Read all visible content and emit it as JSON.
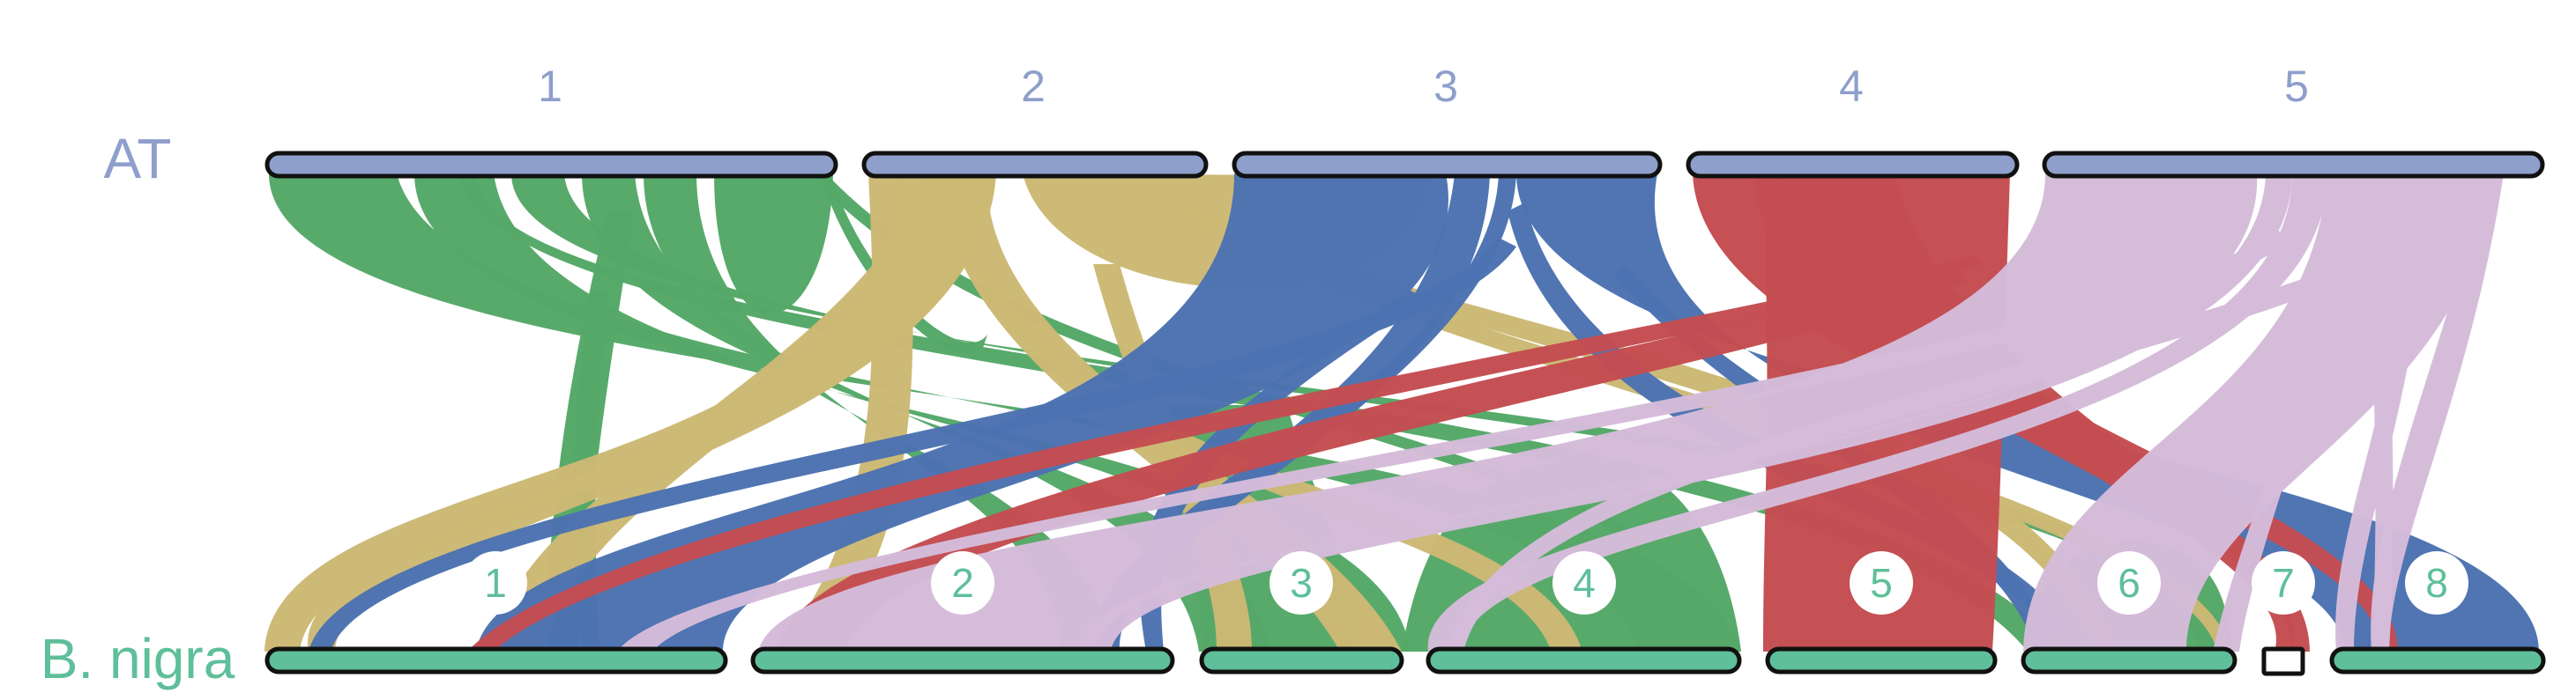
{
  "species": {
    "top": {
      "name": "AT",
      "color": "#8e9fcb"
    },
    "bottom": {
      "name": "B. nigra",
      "color": "#5ebf9a"
    }
  },
  "top_chromosomes": [
    {
      "label": "1"
    },
    {
      "label": "2"
    },
    {
      "label": "3"
    },
    {
      "label": "4"
    },
    {
      "label": "5"
    }
  ],
  "bottom_chromosomes": [
    {
      "label": "1"
    },
    {
      "label": "2"
    },
    {
      "label": "3"
    },
    {
      "label": "4"
    },
    {
      "label": "5"
    },
    {
      "label": "6"
    },
    {
      "label": "7"
    },
    {
      "label": "8"
    }
  ],
  "colors": {
    "chr1": "#55a868",
    "chr2": "#ccb974",
    "chr3": "#4c72b0",
    "chr4": "#c44e52",
    "chr5": "#d4bcd9",
    "top_bar": "#8e9fcb",
    "bottom_bar": "#5ebf9a"
  }
}
